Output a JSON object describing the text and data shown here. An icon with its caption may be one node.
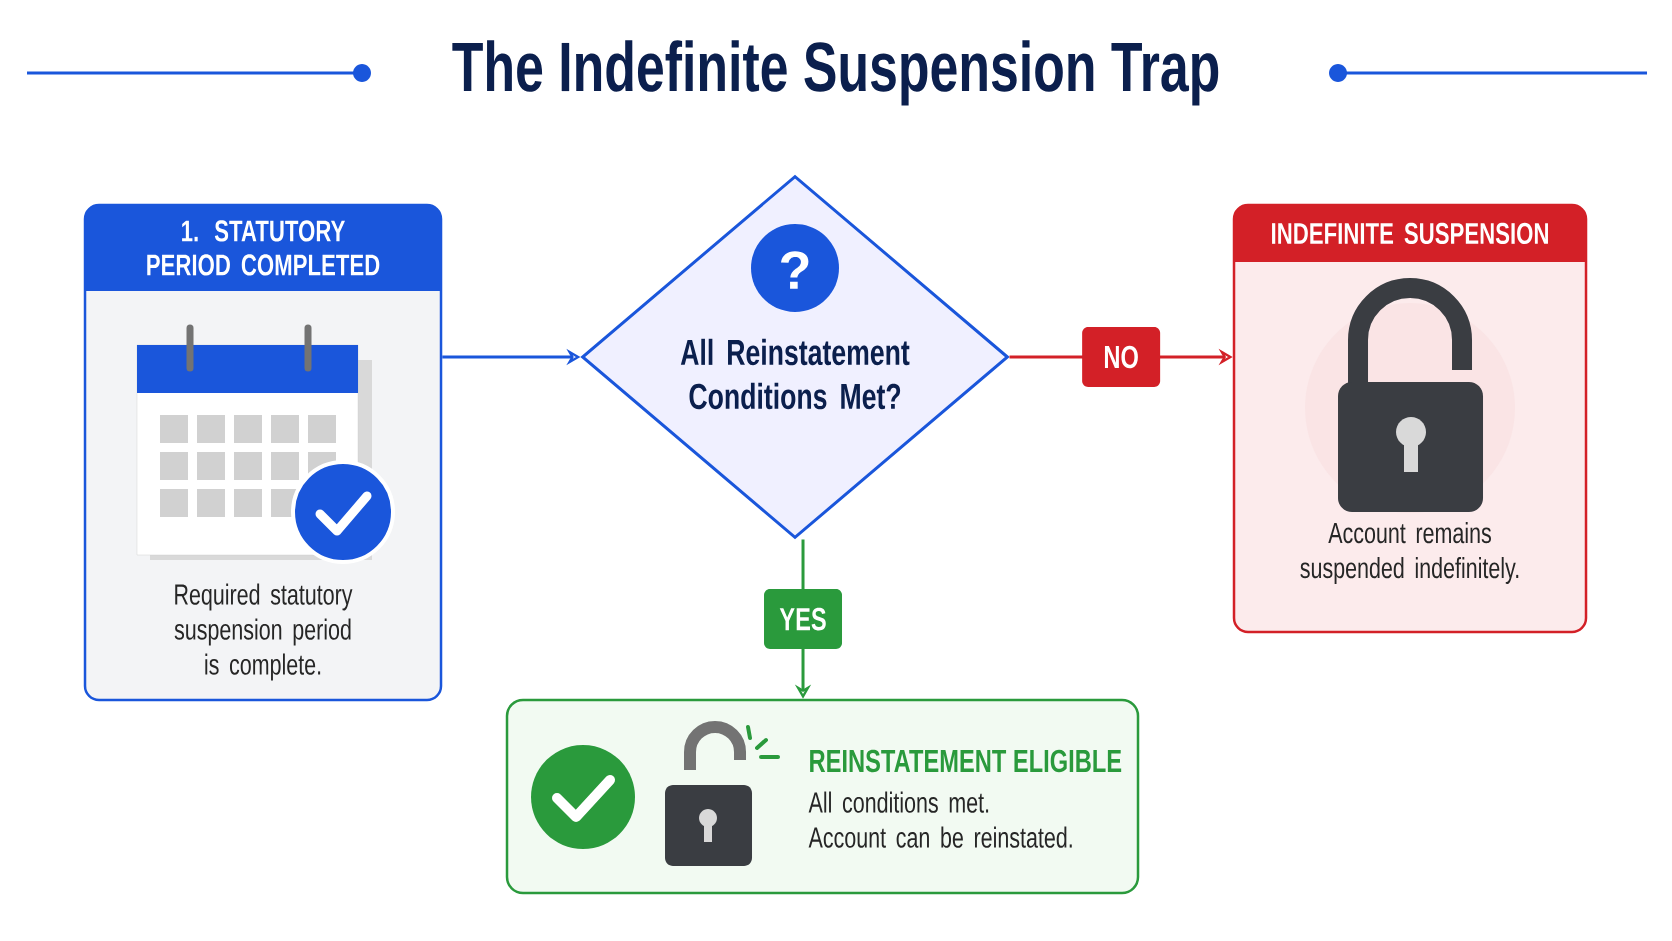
{
  "diagram": {
    "title": "The Indefinite Suspension Trap",
    "nodes": [
      {
        "text": [
          "1. STATUTORY PERIOD COMPLETED",
          "Required statutory suspension period is complete."
        ]
      },
      {
        "text": [
          "All Reinstatement Conditions Met?"
        ]
      },
      {
        "text": [
          "INDEFINITE SUSPENSION",
          "Account remains suspended indefinitely."
        ]
      },
      {
        "text": [
          "REINSTATEMENT ELIGIBLE",
          "All conditions met. Account can be reinstated."
        ]
      }
    ],
    "edges": [
      {
        "from": 0,
        "to": 1,
        "arrow": "to",
        "color": "#1a56db"
      },
      {
        "from": 1,
        "to": 2,
        "arrow": "to",
        "label": "NO",
        "color": "#d32027"
      },
      {
        "from": 1,
        "to": 3,
        "arrow": "to",
        "label": "YES",
        "color": "#2a9a3c"
      }
    ],
    "labels": [
      "?"
    ]
  }
}
